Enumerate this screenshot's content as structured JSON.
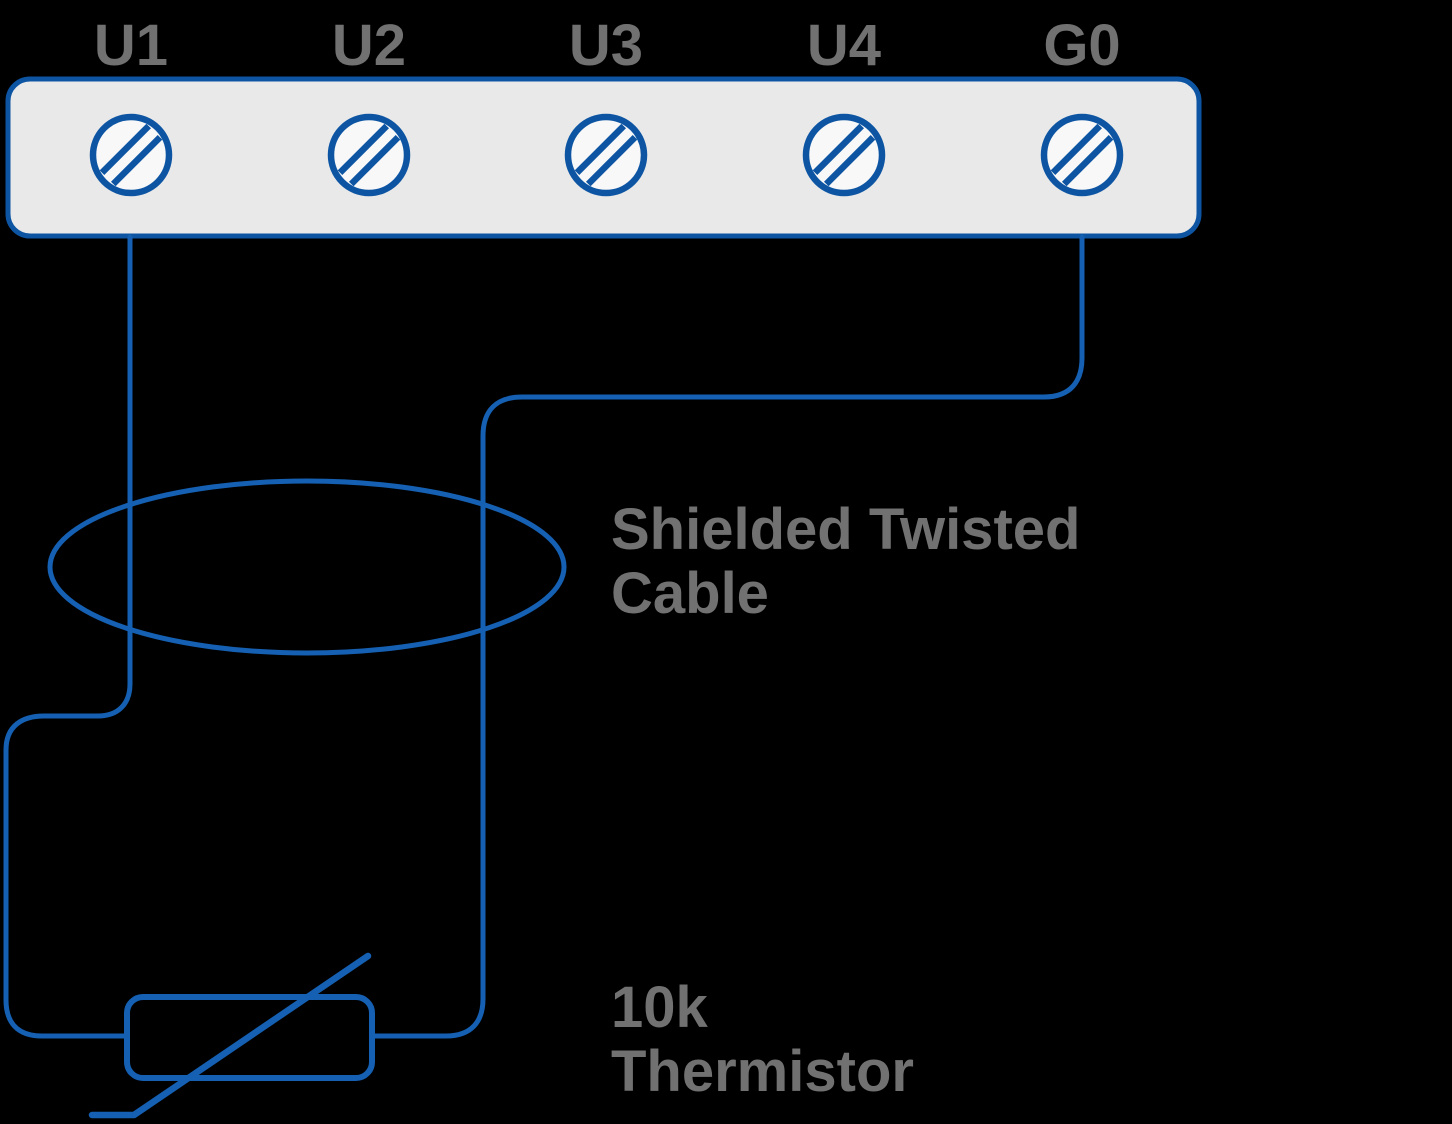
{
  "terminal_block": {
    "labels": [
      "U1",
      "U2",
      "U3",
      "U4",
      "G0"
    ]
  },
  "annotations": {
    "cable": {
      "line1": "Shielded Twisted",
      "line2": "Cable"
    },
    "thermistor": {
      "line1": "10k",
      "line2": "Thermistor"
    }
  },
  "colors": {
    "background": "#000000",
    "block-fill": "#e9e9e9",
    "block-stroke": "#0d55a3",
    "terminal-fill": "#f8f8f8",
    "wire-blue": "#1560b2",
    "label-gray": "#717171"
  }
}
